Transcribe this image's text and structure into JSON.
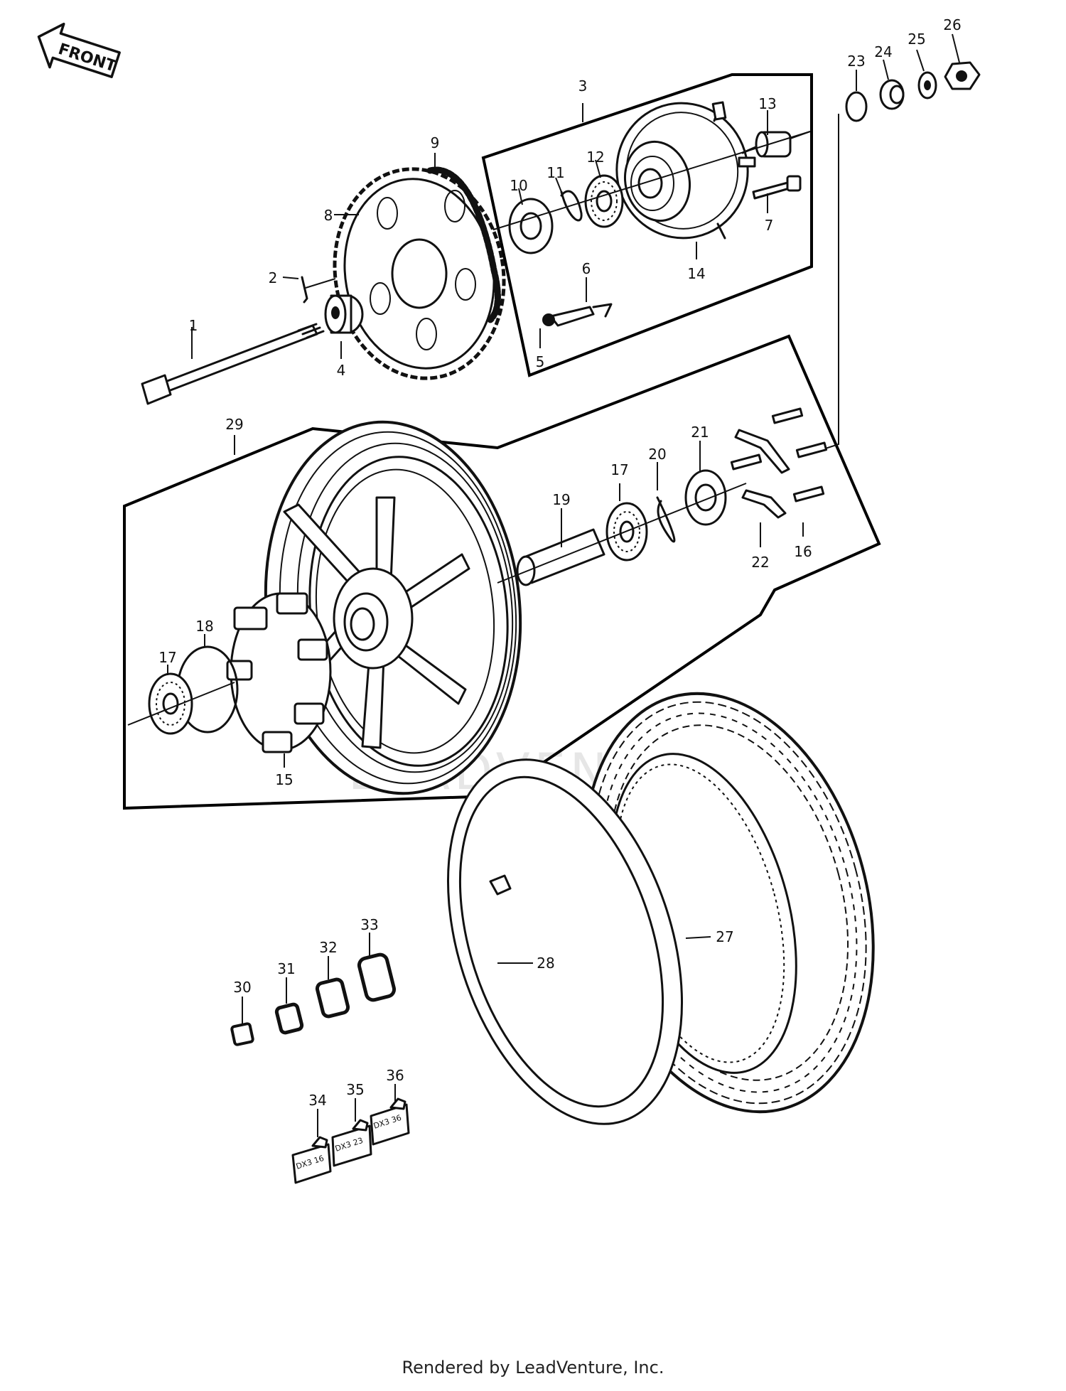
{
  "front_arrow_label": "FRONT",
  "watermark": "LEADVENTURE",
  "footer": "Rendered by LeadVenture, Inc.",
  "callouts": [
    {
      "id": "1",
      "label": "1"
    },
    {
      "id": "2",
      "label": "2"
    },
    {
      "id": "3",
      "label": "3"
    },
    {
      "id": "4",
      "label": "4"
    },
    {
      "id": "5",
      "label": "5"
    },
    {
      "id": "6",
      "label": "6"
    },
    {
      "id": "7",
      "label": "7"
    },
    {
      "id": "8",
      "label": "8"
    },
    {
      "id": "9",
      "label": "9"
    },
    {
      "id": "10",
      "label": "10"
    },
    {
      "id": "11",
      "label": "11"
    },
    {
      "id": "12",
      "label": "12"
    },
    {
      "id": "13",
      "label": "13"
    },
    {
      "id": "14",
      "label": "14"
    },
    {
      "id": "15",
      "label": "15"
    },
    {
      "id": "16",
      "label": "16"
    },
    {
      "id": "17a",
      "label": "17"
    },
    {
      "id": "17b",
      "label": "17"
    },
    {
      "id": "18",
      "label": "18"
    },
    {
      "id": "19",
      "label": "19"
    },
    {
      "id": "20",
      "label": "20"
    },
    {
      "id": "21",
      "label": "21"
    },
    {
      "id": "22",
      "label": "22"
    },
    {
      "id": "23",
      "label": "23"
    },
    {
      "id": "24",
      "label": "24"
    },
    {
      "id": "25",
      "label": "25"
    },
    {
      "id": "26",
      "label": "26"
    },
    {
      "id": "27",
      "label": "27"
    },
    {
      "id": "28",
      "label": "28"
    },
    {
      "id": "29",
      "label": "29"
    },
    {
      "id": "30",
      "label": "30"
    },
    {
      "id": "31",
      "label": "31"
    },
    {
      "id": "32",
      "label": "32"
    },
    {
      "id": "33",
      "label": "33"
    },
    {
      "id": "34",
      "label": "34"
    },
    {
      "id": "35",
      "label": "35"
    },
    {
      "id": "36",
      "label": "36"
    }
  ],
  "pad_markings": [
    {
      "id": "34",
      "text": "DX3 16"
    },
    {
      "id": "35",
      "text": "DX3 23"
    },
    {
      "id": "36",
      "text": "DX3 36"
    }
  ]
}
